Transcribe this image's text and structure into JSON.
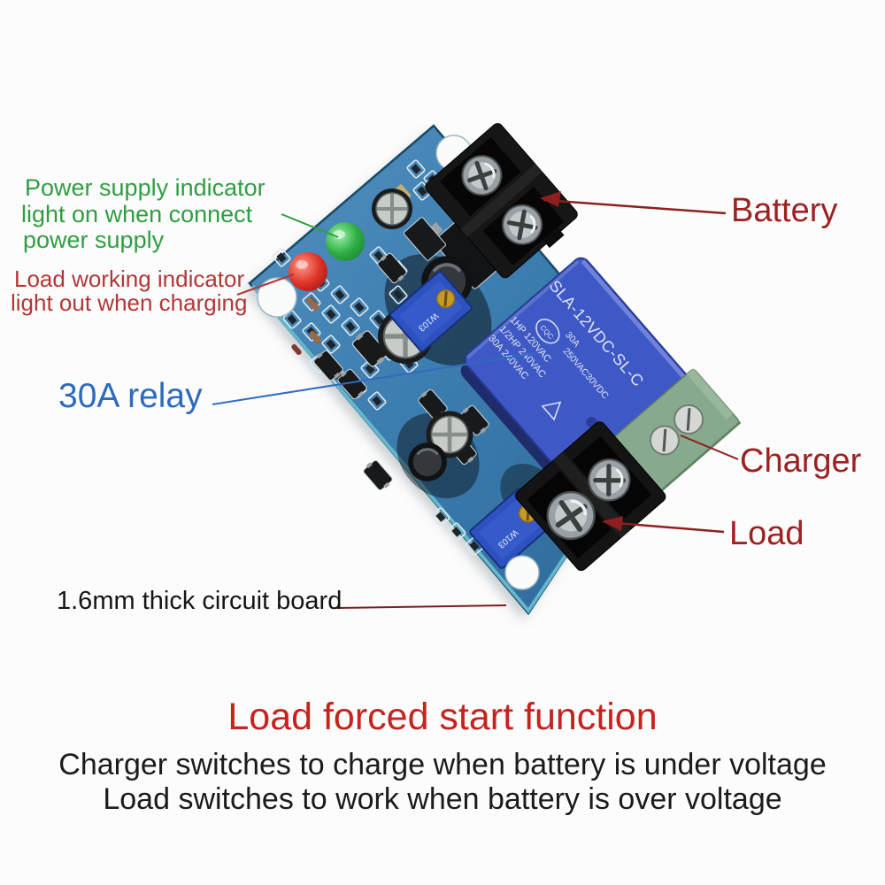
{
  "labels": {
    "power_indicator": {
      "lines": [
        "Power supply indicator",
        "light on when connect",
        "power supply"
      ]
    },
    "load_indicator": {
      "lines": [
        "Load working indicator",
        "light out when charging"
      ]
    },
    "relay": "30A relay",
    "battery": "Battery",
    "charger": "Charger",
    "load": "Load",
    "board_thickness": "1.6mm thick circuit board"
  },
  "board": {
    "relay_markings": {
      "model": "SLA-12VDC-SL-C",
      "current": "30A",
      "rating": "250VAC30VDC",
      "logo": "CQC",
      "lines": [
        "1HP 120VAC",
        "1/2HP 240VAC",
        "30A 240VAC"
      ]
    },
    "trimmer_label": "W103"
  },
  "footer": {
    "heading": "Load forced start function",
    "lines": [
      "Charger switches to charge when battery is under voltage",
      "Load switches to work when battery is over voltage"
    ]
  },
  "colors": {
    "green_label": "#2f9e41",
    "red_label": "#b23737",
    "blue_label": "#2e6bbf",
    "dark_red_label": "#9e2121",
    "heading_red": "#c5231d",
    "pcb_blue": "#3b7cae",
    "relay_blue": "#3e58c6",
    "terminal_green": "#87a98e"
  }
}
